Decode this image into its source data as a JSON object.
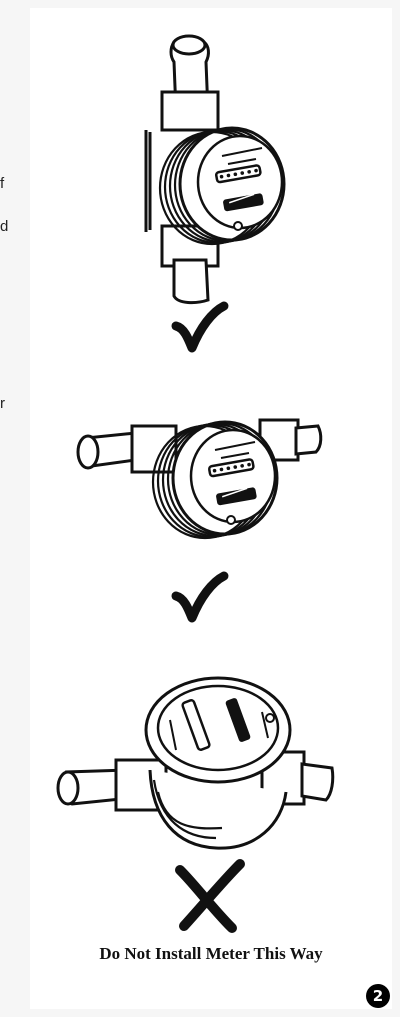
{
  "left_fragments": [
    "f",
    "d",
    "r"
  ],
  "illustrations": [
    {
      "orientation": "vertical pipe",
      "status": "check-icon"
    },
    {
      "orientation": "horizontal pipe, dial upright",
      "status": "check-icon"
    },
    {
      "orientation": "horizontal pipe, dial facing up",
      "status": "cross-icon"
    }
  ],
  "caption": "Do Not Install Meter This Way",
  "page_badge": "2"
}
